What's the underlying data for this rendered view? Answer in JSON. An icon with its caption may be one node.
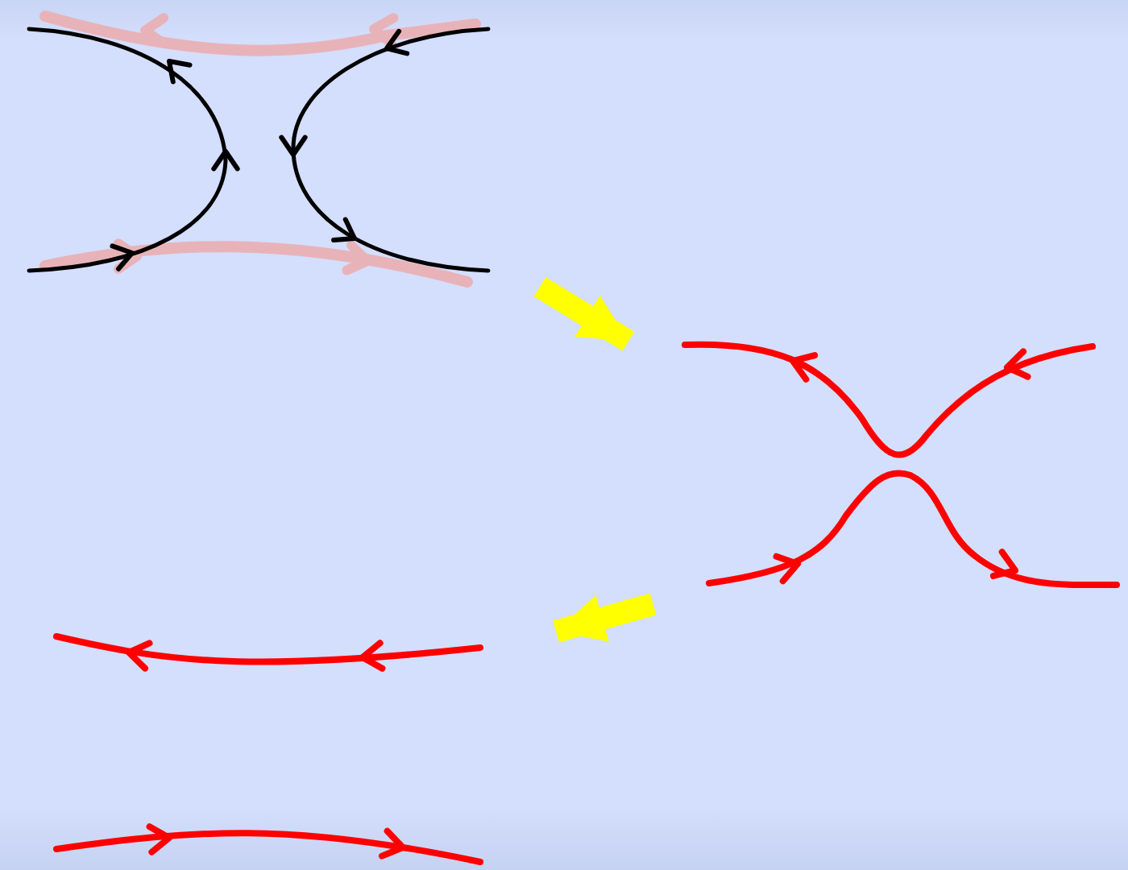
{
  "diagram": {
    "nodes": [
      {
        "text": [],
        "shape": "picture"
      },
      {
        "text": [],
        "shape": "picture"
      },
      {
        "text": [],
        "shape": "picture"
      }
    ],
    "edges": [
      {
        "from": 0,
        "to": 1,
        "arrow": "to",
        "color": "#ffff00"
      },
      {
        "from": 1,
        "to": 2,
        "arrow": "to",
        "color": "#ffff00"
      }
    ]
  }
}
